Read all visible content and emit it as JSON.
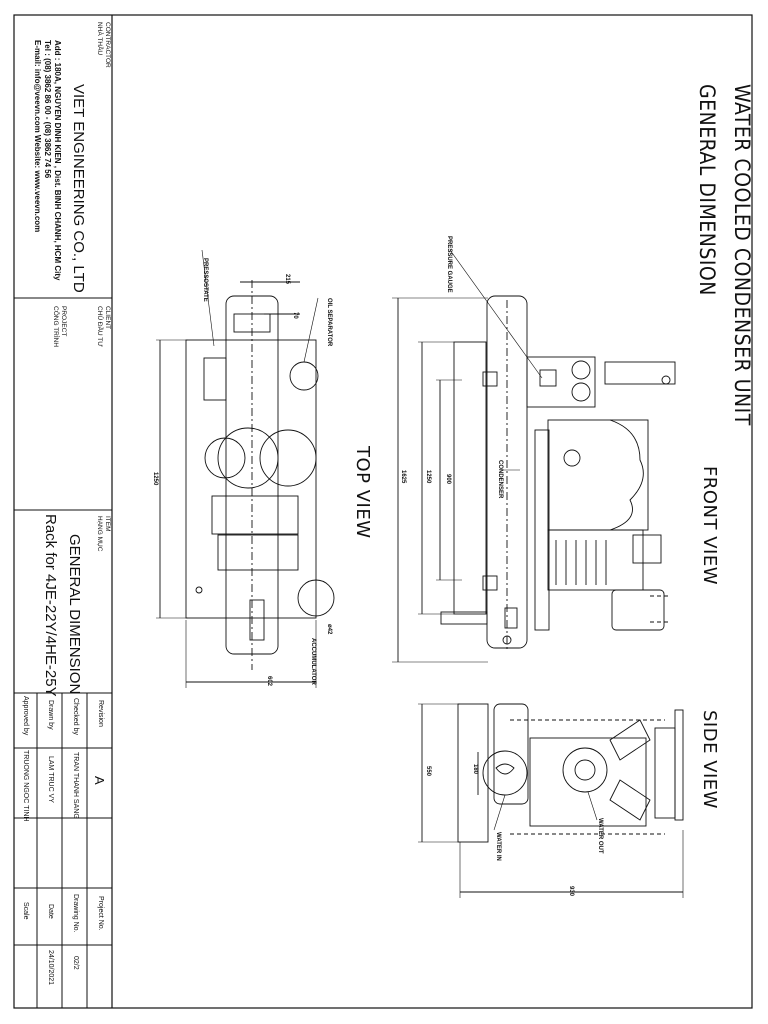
{
  "drawing": {
    "title_line1": "WATER COOLED CONDENSER UNIT",
    "title_line2": "GENERAL DIMENSION",
    "views": {
      "top": "TOP VIEW",
      "front": "FRONT VIEW",
      "side": "SIDE VIEW"
    },
    "labels": {
      "pressostate": "PRESSOSTATE",
      "oil_separator": "OIL SEPARATOR",
      "accumulator": "ACCUMULATOR",
      "pressure_gauge": "PRESSURE GAUGE",
      "condenser": "CONDENSER",
      "water_in": "WATER IN",
      "water_out": "WATER OUT"
    },
    "dimensions": {
      "top_215": "215",
      "top_70": "70",
      "top_1250": "1250",
      "top_602": "602",
      "top_ac": "ø42",
      "front_1625": "1625",
      "front_1250": "1250",
      "front_900": "900",
      "side_550": "550",
      "side_180": "180",
      "side_930": "930"
    }
  },
  "title_block": {
    "contractor_label": "CONTRACTOR",
    "contractor_label_vn": "NHÀ THẦU",
    "company": "VIET ENGINEERING CO., LTD",
    "address": "Add : 180A, NGUYEN DINH KIEN , Dist. BINH CHANH, HCM City",
    "tel": "Tel : (08) 3862 86 00 - (08) 3862 74 56",
    "email": "E-mail: info@veevn.com   Website: www.veevn.com",
    "client_label": "CLIENT",
    "client_label_vn": "CHỦ ĐẦU TƯ",
    "project_label": "PROJECT",
    "project_label_vn": "CÔNG TRÌNH",
    "item_label": "ITEM",
    "item_label_vn": "HẠNG MỤC",
    "item_title": "GENERAL DIMENSION",
    "item_subtitle": "Rack for 4JE-22Y/4HE-25Y",
    "revision_label": "Revision",
    "revision_value": "A",
    "checked_label": "Checked by",
    "checked_value": "TRAN THANH SANG",
    "drawn_label": "Drawn by",
    "drawn_value": "LAM TRUC VY",
    "approved_label": "Approved by",
    "approved_value": "TRUONG NGOC TINH",
    "project_no_label": "Project No.",
    "drawing_no_label": "Drawing No.",
    "drawing_no_value": "02/2",
    "date_label": "Date",
    "date_value": "24/10/2021",
    "scale_label": "Scale"
  }
}
